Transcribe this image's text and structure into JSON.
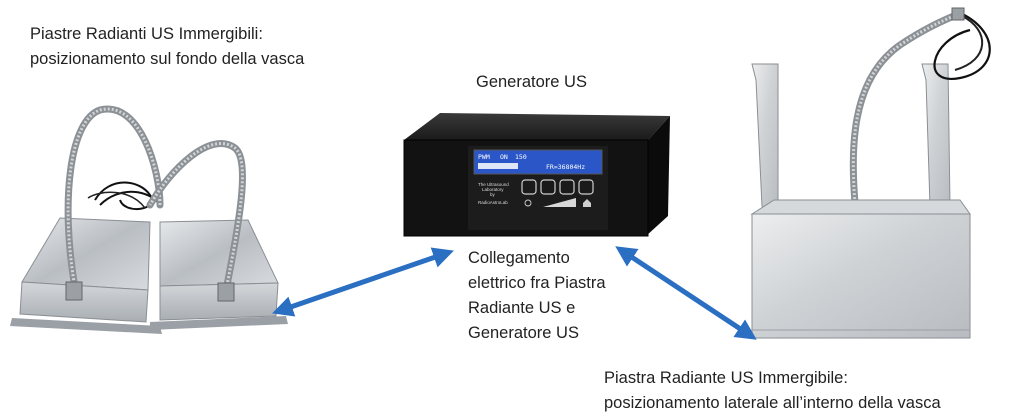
{
  "labels": {
    "left_plates": [
      "Piastre Radianti US Immergibili:",
      "posizionamento sul fondo della vasca"
    ],
    "generator": "Generatore  US",
    "connection": [
      "Collegamento",
      "elettrico fra Piastra",
      "Radiante US e",
      "Generatore  US"
    ],
    "right_plate": [
      "Piastra Radiante US Immergibile:",
      "posizionamento laterale all’interno della vasca"
    ]
  },
  "generator_display": {
    "line1_a": "PWM",
    "line1_b": "ON",
    "line1_c": "150",
    "line2": "FR=36804Hz",
    "brand_line1": "The Ultrasound",
    "brand_line2": "Laboratory",
    "brand_line3": "by",
    "brand_line4": "RadioAstroLab"
  },
  "colors": {
    "arrow": "#2b6fc2",
    "steel": "#c9cdd1",
    "generator_body": "#111111",
    "lcd": "#2a56c8"
  }
}
